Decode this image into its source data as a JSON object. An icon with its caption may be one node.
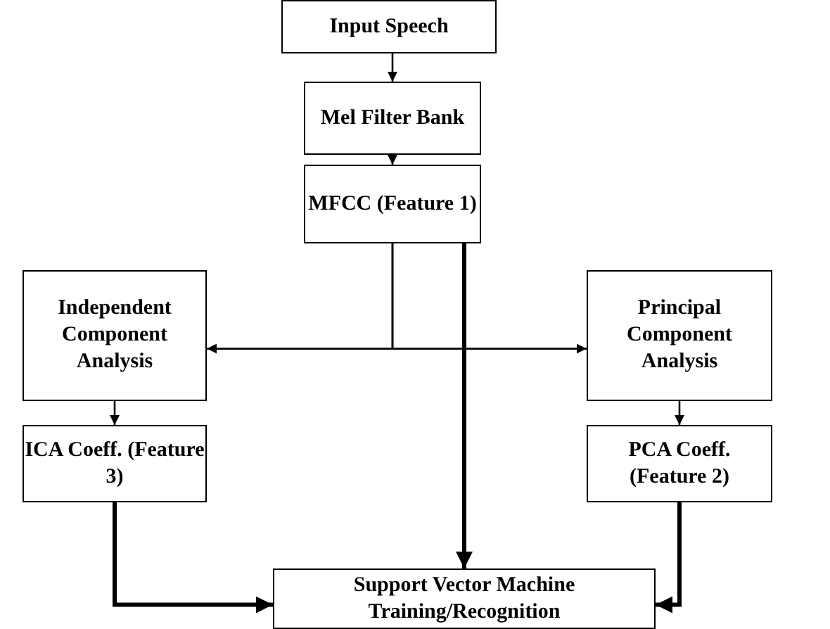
{
  "diagram": {
    "nodes": [
      {
        "text": [
          "Input Speech"
        ]
      },
      {
        "text": [
          "Mel Filter Bank"
        ]
      },
      {
        "text": [
          "MFCC (Feature 1)"
        ]
      },
      {
        "text": [
          "Independent Component Analysis"
        ]
      },
      {
        "text": [
          "Principal Component Analysis"
        ]
      },
      {
        "text": [
          "ICA Coeff. (Feature 3)"
        ]
      },
      {
        "text": [
          "PCA Coeff. (Feature 2)"
        ]
      },
      {
        "text": [
          "Support Vector Machine Training/Recognition"
        ]
      }
    ],
    "edges": [
      {
        "from": 0,
        "to": 1,
        "arrow": "to"
      },
      {
        "from": 1,
        "to": 2,
        "arrow": "to"
      },
      {
        "from": 2,
        "to": 3,
        "arrow": "to"
      },
      {
        "from": 2,
        "to": 4,
        "arrow": "to"
      },
      {
        "from": 3,
        "to": 5,
        "arrow": "to"
      },
      {
        "from": 4,
        "to": 6,
        "arrow": "to"
      },
      {
        "from": 2,
        "to": 7,
        "arrow": "to",
        "style": "thick"
      },
      {
        "from": 5,
        "to": 7,
        "arrow": "to",
        "style": "thick"
      },
      {
        "from": 6,
        "to": 7,
        "arrow": "to",
        "style": "thick"
      }
    ]
  }
}
